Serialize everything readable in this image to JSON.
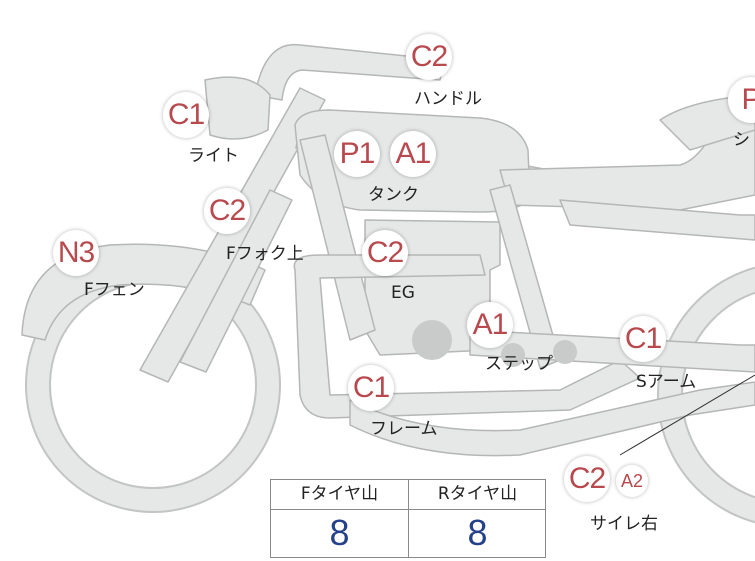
{
  "diagram": {
    "badges": [
      {
        "id": "handle",
        "label": "C2"
      },
      {
        "id": "light",
        "label": "C1"
      },
      {
        "id": "tank-p1",
        "label": "P1"
      },
      {
        "id": "tank-a1",
        "label": "A1"
      },
      {
        "id": "fork",
        "label": "C2"
      },
      {
        "id": "fender",
        "label": "N3"
      },
      {
        "id": "eg",
        "label": "C2"
      },
      {
        "id": "step",
        "label": "A1"
      },
      {
        "id": "sarm",
        "label": "C1"
      },
      {
        "id": "frame",
        "label": "C1"
      },
      {
        "id": "muffler",
        "label": "C2"
      },
      {
        "id": "muffler-a2",
        "label": "A2"
      },
      {
        "id": "seat",
        "label": "P"
      }
    ],
    "parts": {
      "handle": "ハンドル",
      "light": "ライト",
      "tank": "タンク",
      "fork": "Fフォク上",
      "fender": "Fフェン",
      "eg": "EG",
      "step": "ステップ",
      "sarm": "Sアーム",
      "frame": "フレーム",
      "muffler": "サイレ右",
      "seat": "シ"
    }
  },
  "tire_table": {
    "headers": [
      "Fタイヤ山",
      "Rタイヤ山"
    ],
    "values": [
      "8",
      "8"
    ]
  },
  "colors": {
    "badge_text": "#b84a4f",
    "value_text": "#24418a",
    "bike_fill": "#e6e7e7",
    "bike_stroke": "#b5b6b6"
  }
}
